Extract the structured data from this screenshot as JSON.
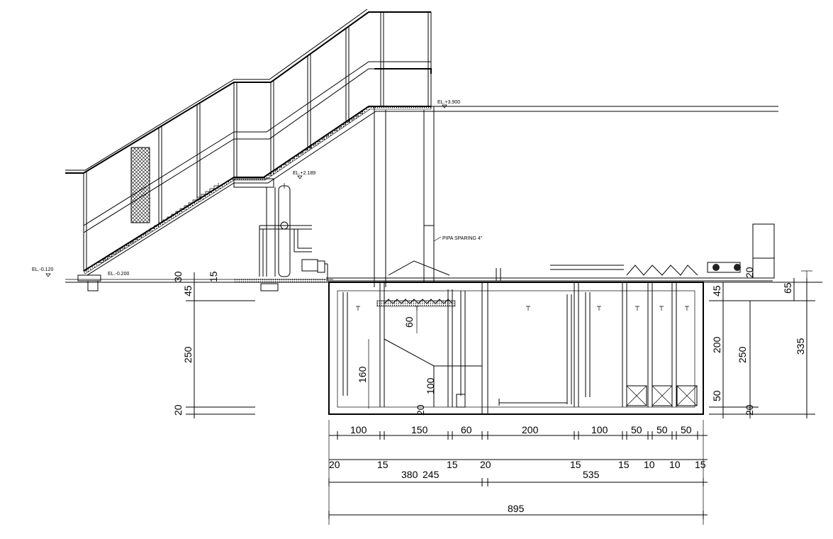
{
  "labels": {
    "el_top": "EL.+3.900",
    "el_mid": "EL.+2.189",
    "el_left1": "EL.-0.120",
    "el_left2": "EL.-0.200",
    "pipe_note": "PIPA SPARING 4\""
  },
  "dimensions": {
    "left_vertical": [
      "45",
      "250",
      "20",
      "15",
      "30"
    ],
    "inner_vertical": [
      "60",
      "160",
      "100",
      "20"
    ],
    "right_vertical": [
      "45",
      "200",
      "50",
      "250",
      "20",
      "65",
      "335",
      "20"
    ],
    "row1": [
      "100",
      "150",
      "60",
      "200",
      "100",
      "50",
      "50",
      "50"
    ],
    "row2": [
      "20",
      "15",
      "15",
      "20",
      "15",
      "15",
      "10",
      "10",
      "15"
    ],
    "row3": [
      "380",
      "245",
      "535"
    ],
    "total": "895"
  }
}
